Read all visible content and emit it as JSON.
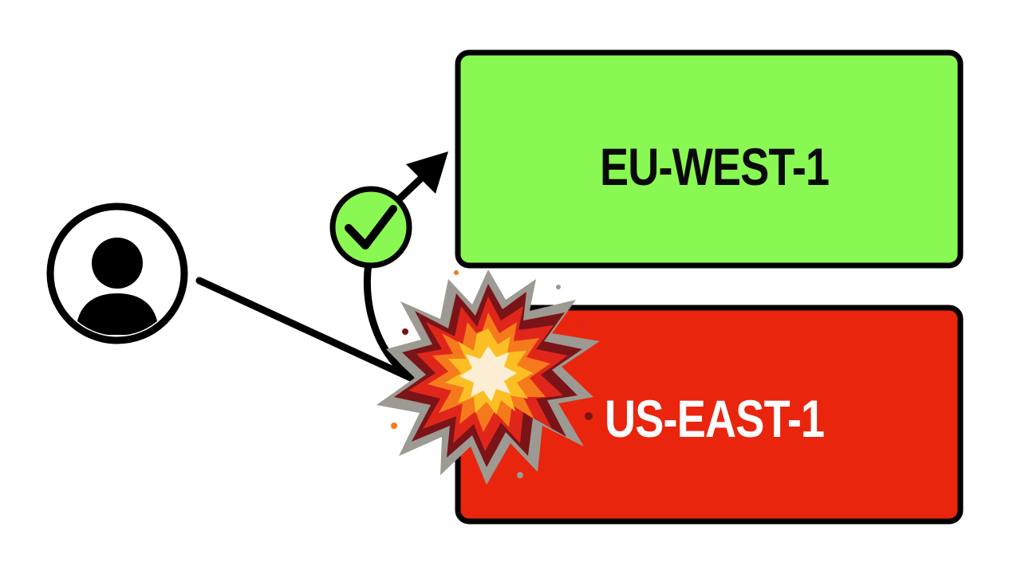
{
  "regions": {
    "primary": {
      "label": "EU-WEST-1",
      "status": "healthy",
      "fill_color": "#8AF853",
      "text_color": "#0a0a0a"
    },
    "failed": {
      "label": "US-EAST-1",
      "status": "failed",
      "fill_color": "#EA250E",
      "text_color": "#ffffff"
    }
  },
  "user": {
    "icon": "user-avatar-icon"
  },
  "status_marks": {
    "success_icon": "checkmark-icon",
    "success_color": "#8AF853",
    "failure_icon": "explosion-icon"
  },
  "colors": {
    "outline": "#000000",
    "background": "#ffffff"
  }
}
